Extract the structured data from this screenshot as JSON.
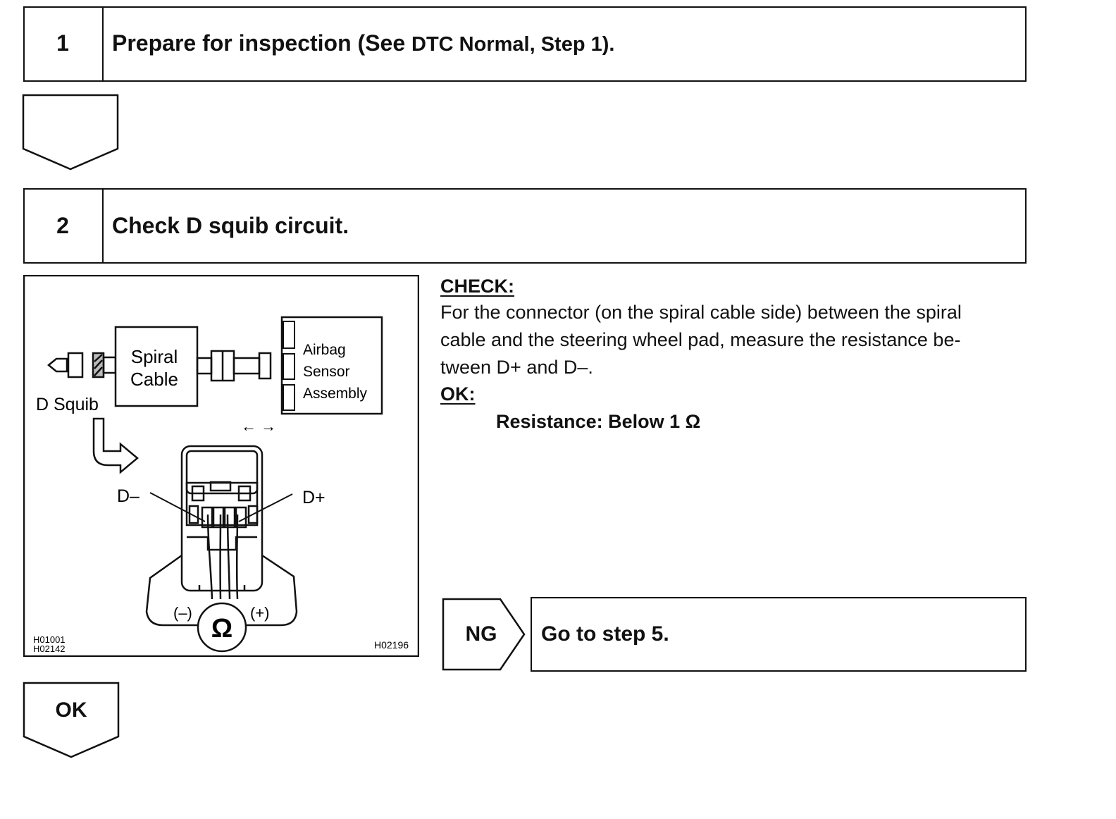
{
  "step1": {
    "number": "1",
    "title_a": "Prepare for inspection (See ",
    "title_b": "DTC Normal, Step 1)."
  },
  "step2": {
    "number": "2",
    "title": "Check D squib circuit."
  },
  "check": {
    "heading": "CHECK:",
    "line1": "For the connector (on the spiral cable side) between the spiral",
    "line2": "cable and the steering wheel pad, measure the resistance be-",
    "line3": "tween D+ and D–.",
    "ok_heading": "OK:",
    "spec": "Resistance: Below 1 Ω"
  },
  "ng": {
    "label": "NG",
    "action": "Go to step 5."
  },
  "ok_label": "OK",
  "diagram": {
    "spiral_line1": "Spiral",
    "spiral_line2": "Cable",
    "airbag_line1": "Airbag",
    "airbag_line2": "Sensor",
    "airbag_line3": "Assembly",
    "d_squib": "D Squib",
    "d_minus": "D–",
    "d_plus": "D+",
    "arrows": "← →",
    "meter_minus": "(–)",
    "meter_plus": "(+)",
    "ohm": "Ω",
    "code1": "H01001",
    "code2": "H02142",
    "code3": "H02196"
  }
}
